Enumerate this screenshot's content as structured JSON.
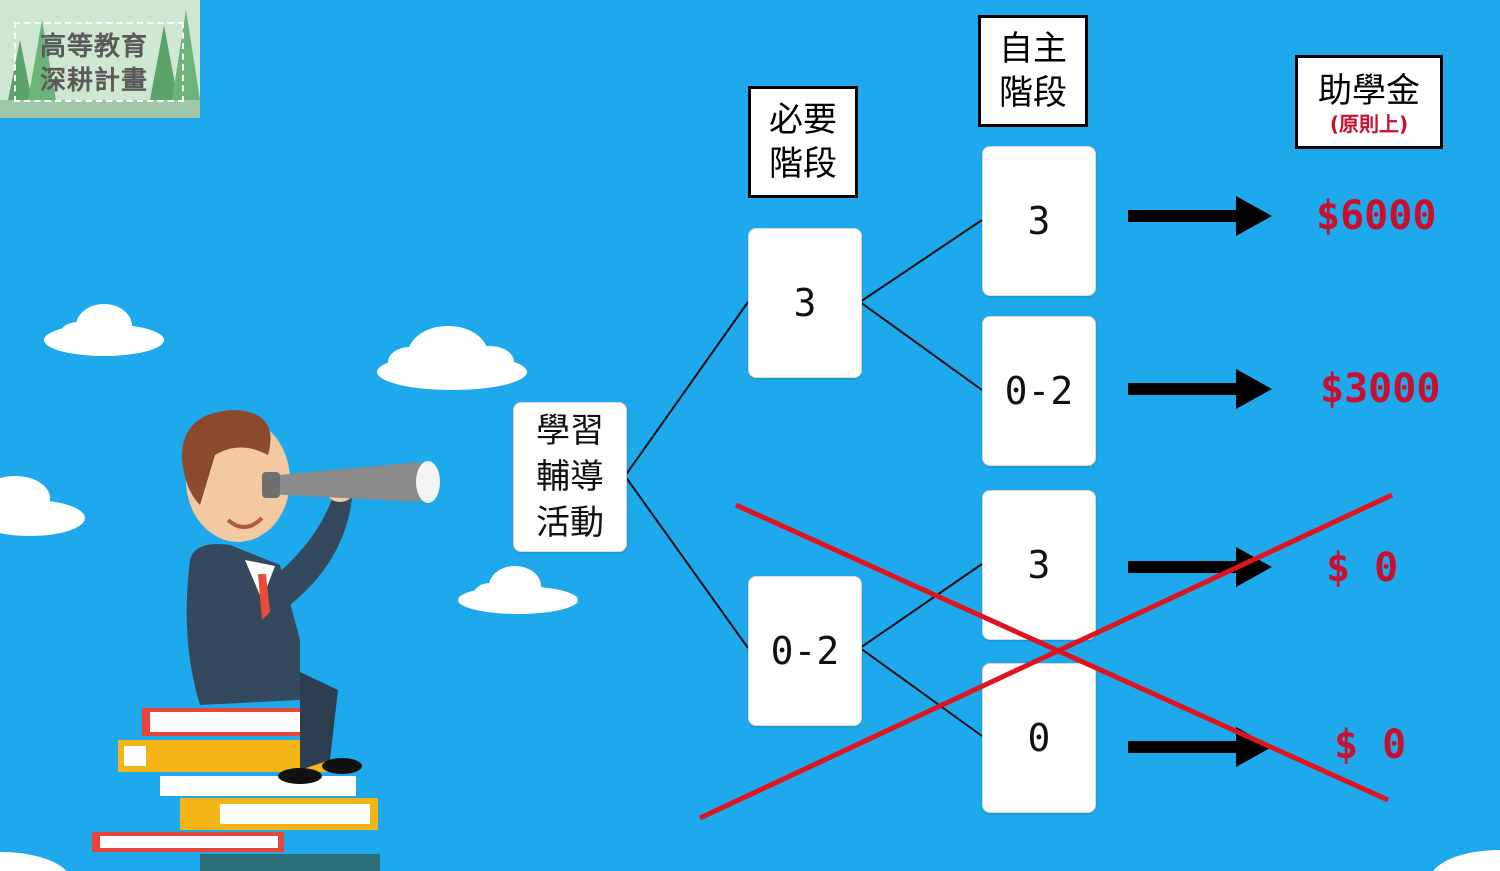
{
  "logo": {
    "line1": "高等教育",
    "line2": "深耕計畫"
  },
  "root": {
    "line1": "學習",
    "line2": "輔導",
    "line3": "活動"
  },
  "headers": {
    "required": {
      "line1": "必要",
      "line2": "階段"
    },
    "autonomous": {
      "line1": "自主",
      "line2": "階段"
    },
    "grant": {
      "title": "助學金",
      "note": "(原則上)"
    }
  },
  "required_stage": {
    "high": "3",
    "low": "0-2"
  },
  "autonomous_stage": {
    "a": "3",
    "b": "0-2",
    "c": "3",
    "d": "0"
  },
  "grants": {
    "a": "$6000",
    "b": "$3000",
    "c": "$ 0",
    "d": "$ 0"
  },
  "colors": {
    "background": "#1ea9ec",
    "money": "#c8102e",
    "cross": "#e0141e"
  }
}
